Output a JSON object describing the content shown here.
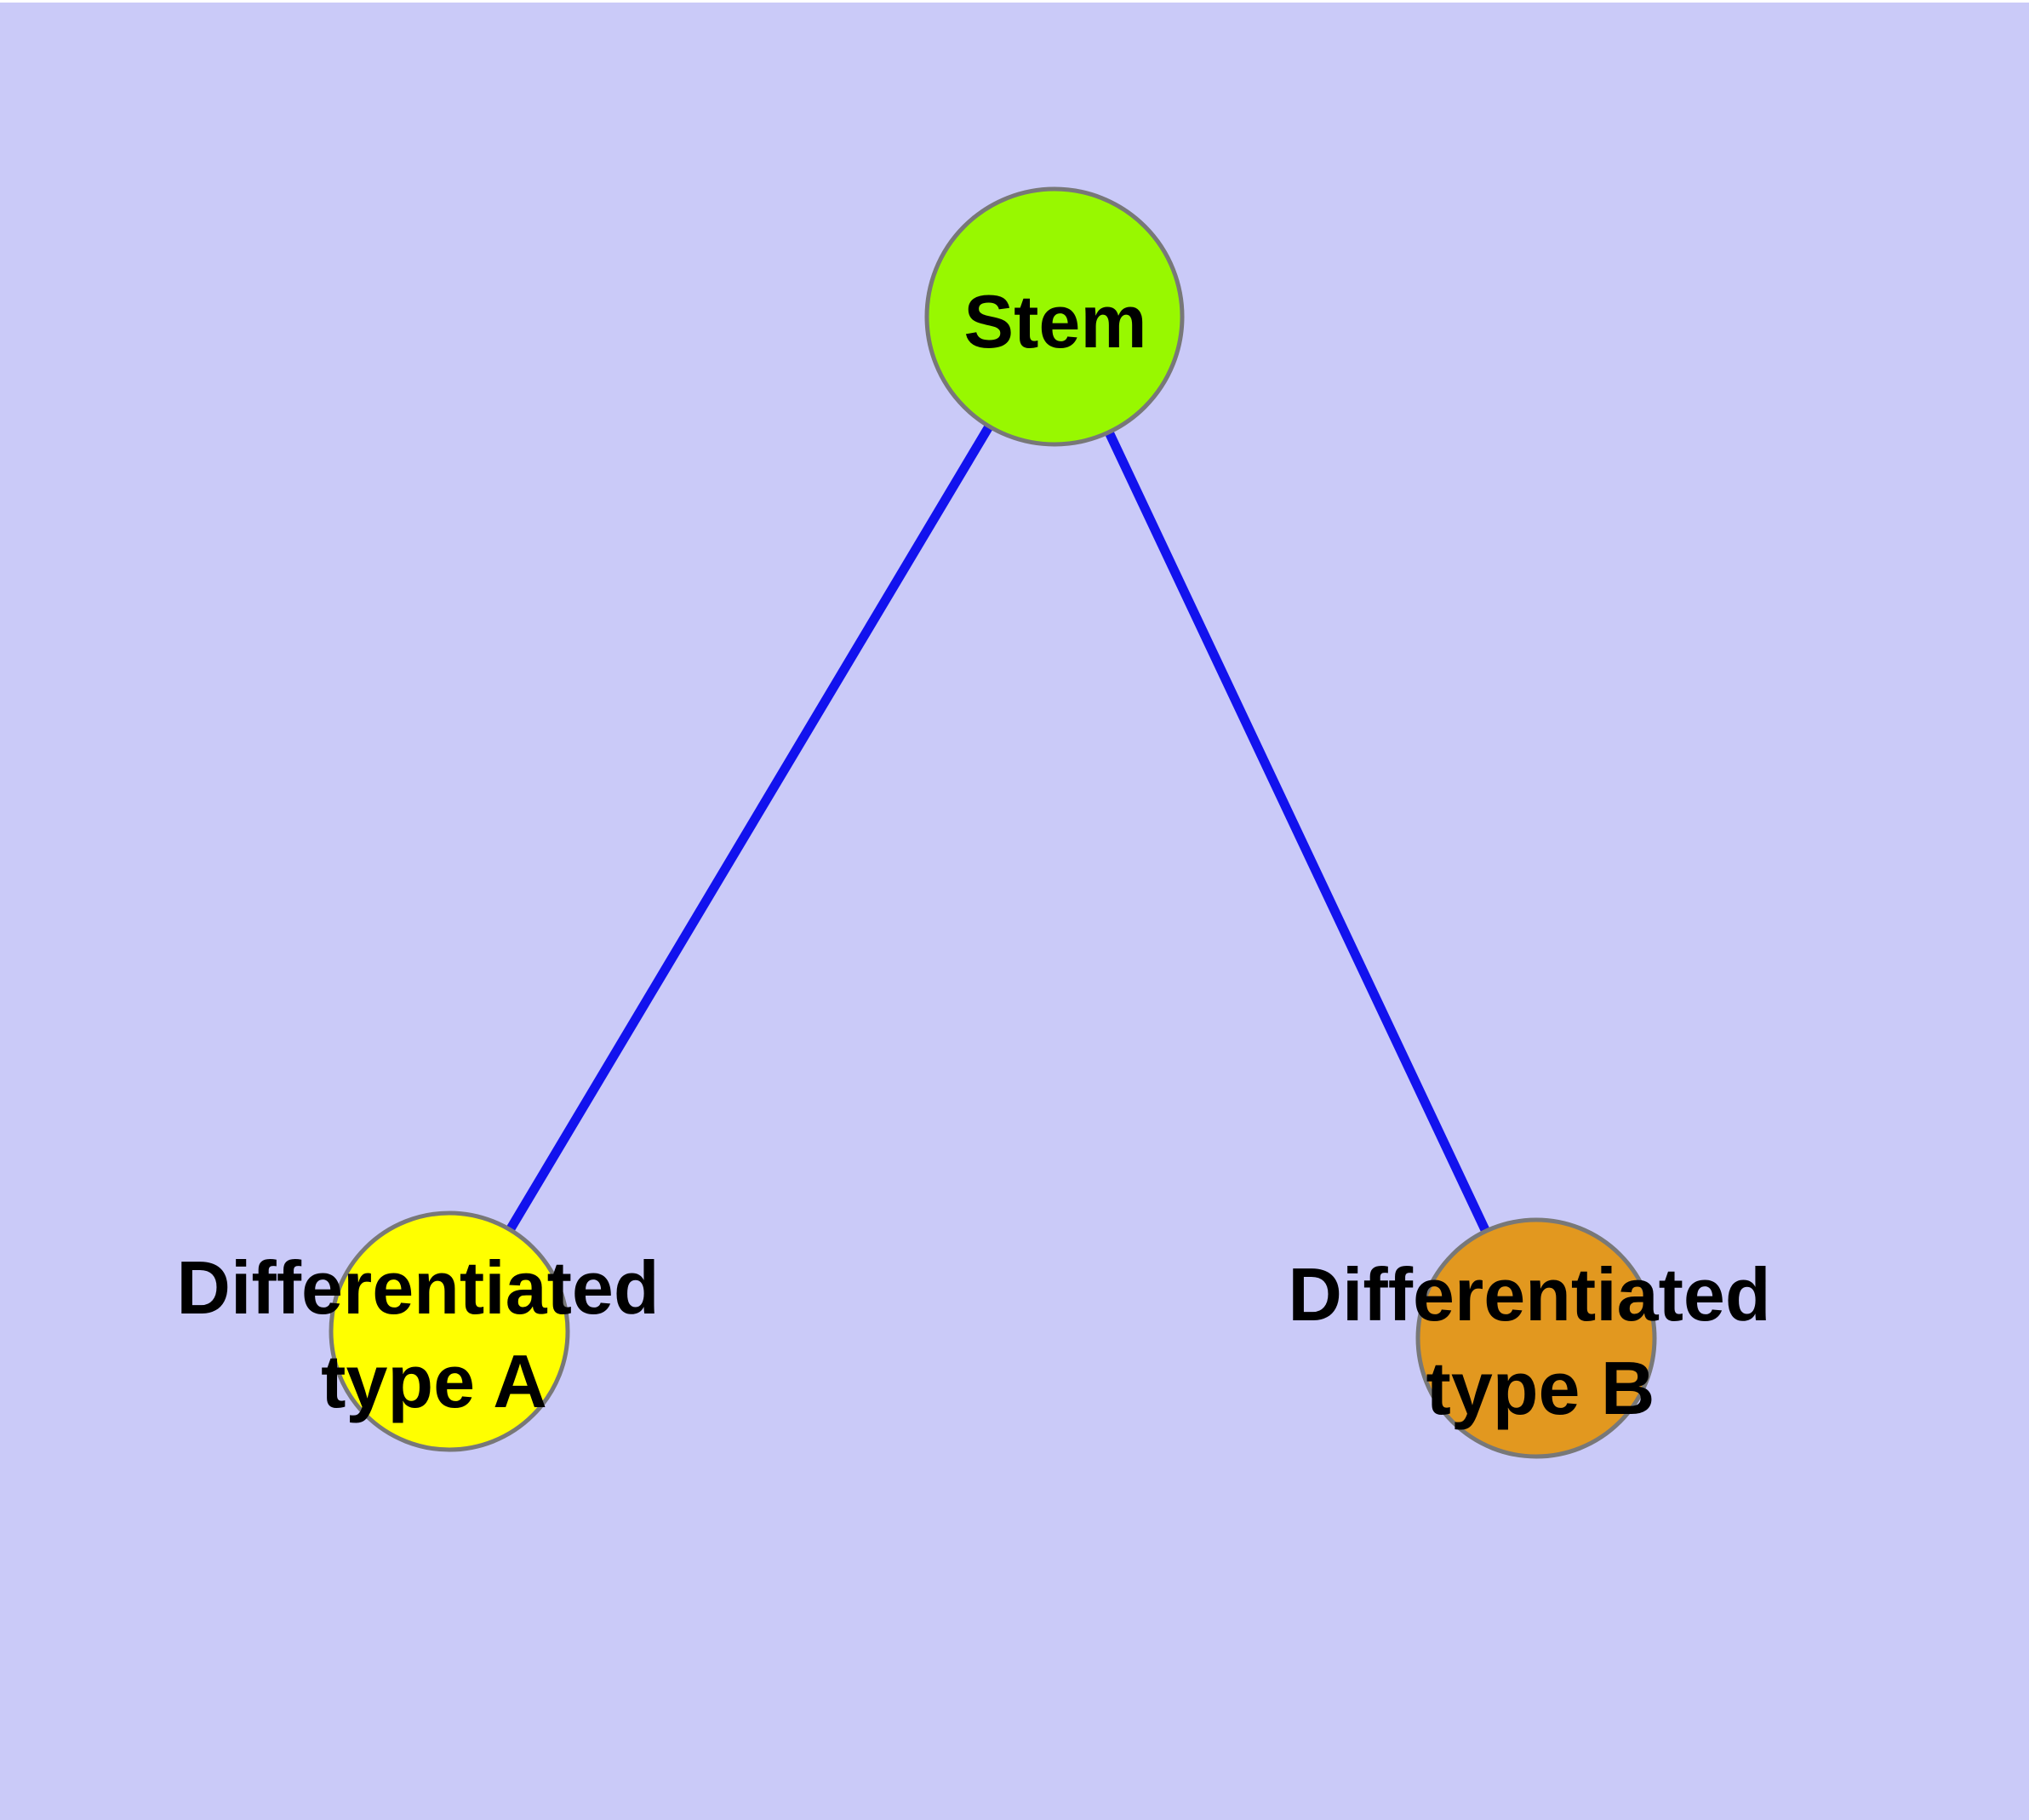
{
  "canvas": {
    "background": "#CACAF8",
    "top_strip_color": "#FFFFFF"
  },
  "styles": {
    "edge_color": "#1212EE",
    "node_border_color": "#787878",
    "label_color": "#000000"
  },
  "nodes": [
    {
      "id": "stem",
      "label": "Stem",
      "fill": "#98F800"
    },
    {
      "id": "differentiated-type-a",
      "label_line1": "Differentiated",
      "label_line2": "type A",
      "fill": "#FFFF00"
    },
    {
      "id": "differentiated-type-b",
      "label_line1": "Differentiated",
      "label_line2": "type B",
      "fill": "#E2981F"
    }
  ],
  "edges": [
    {
      "from": "Stem",
      "to": "Differentiated type A"
    },
    {
      "from": "Stem",
      "to": "Differentiated type B"
    }
  ]
}
